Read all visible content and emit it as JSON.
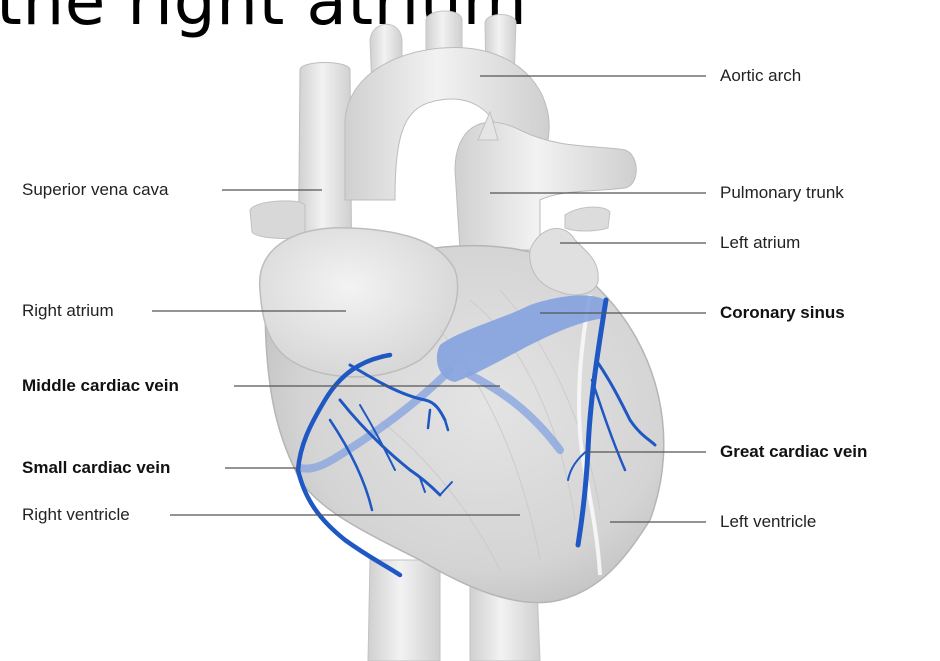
{
  "slide": {
    "title": "the right atrium"
  },
  "labels": {
    "aortic_arch": "Aortic arch",
    "superior_vena_cava": "Superior vena cava",
    "pulmonary_trunk": "Pulmonary trunk",
    "left_atrium": "Left atrium",
    "right_atrium": "Right atrium",
    "coronary_sinus": "Coronary sinus",
    "middle_cardiac_vein": "Middle cardiac vein",
    "great_cardiac_vein": "Great cardiac vein",
    "small_cardiac_vein": "Small cardiac vein",
    "right_ventricle": "Right ventricle",
    "left_ventricle": "Left ventricle"
  },
  "colors": {
    "vein": "#1f57c3",
    "vein_light": "#7f9fdf",
    "heart_tissue": "#d9d9d9",
    "vessel_tissue": "#e6e6e6",
    "leader_line": "#555555"
  }
}
